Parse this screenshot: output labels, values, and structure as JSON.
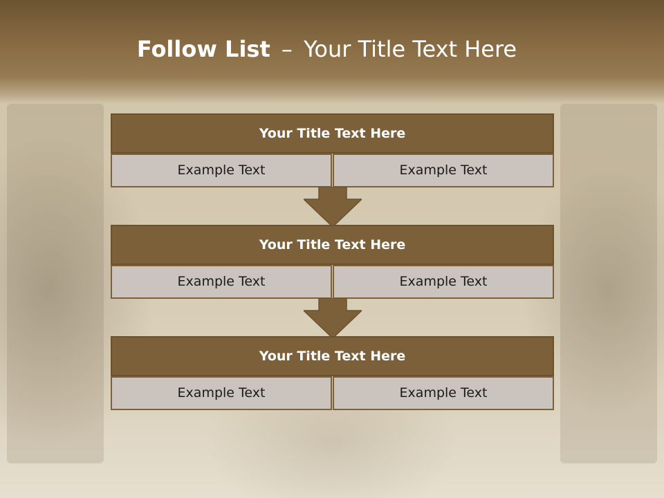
{
  "slide": {
    "title_bold": "Follow List",
    "title_separator": "–",
    "title_rest": "Your Title Text Here"
  },
  "steps": [
    {
      "title": "Your Title Text Here",
      "left_text": "Example Text",
      "right_text": "Example Text"
    },
    {
      "title": "Your Title Text Here",
      "left_text": "Example Text",
      "right_text": "Example Text"
    },
    {
      "title": "Your Title Text Here",
      "left_text": "Example Text",
      "right_text": "Example Text"
    }
  ],
  "colors": {
    "header_band": "#8a6d45",
    "step_title_fill": "#7b603a",
    "step_cell_fill": "#cbc4be",
    "arrow_fill": "#7b603a",
    "title_text": "#ffffff"
  },
  "icons": {
    "connector": "down-arrow-icon"
  }
}
